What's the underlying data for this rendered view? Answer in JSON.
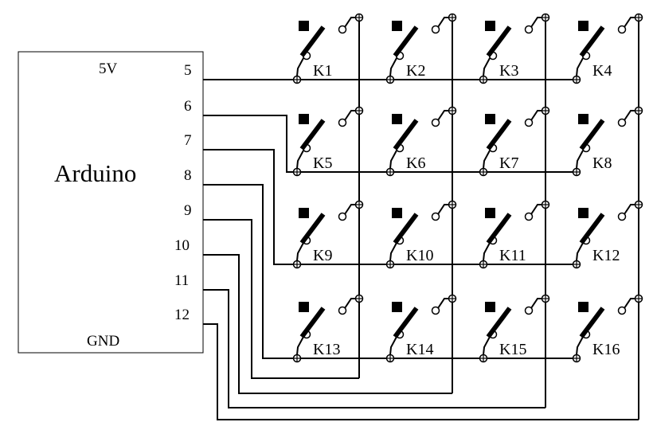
{
  "arduino": {
    "title": "Arduino",
    "power_label": "5V",
    "ground_label": "GND"
  },
  "pins": [
    "5",
    "6",
    "7",
    "8",
    "9",
    "10",
    "11",
    "12"
  ],
  "keys": [
    "K1",
    "K2",
    "K3",
    "K4",
    "K5",
    "K6",
    "K7",
    "K8",
    "K9",
    "K10",
    "K11",
    "K12",
    "K13",
    "K14",
    "K15",
    "K16"
  ],
  "matrix": {
    "rows": 4,
    "columns": 4
  }
}
